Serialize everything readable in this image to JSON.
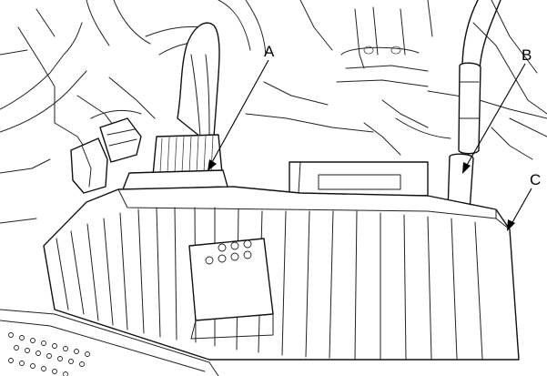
{
  "callouts": {
    "a": "A",
    "b": "B",
    "c": "C"
  },
  "colors": {
    "line": "#111111",
    "background": "#ffffff"
  }
}
